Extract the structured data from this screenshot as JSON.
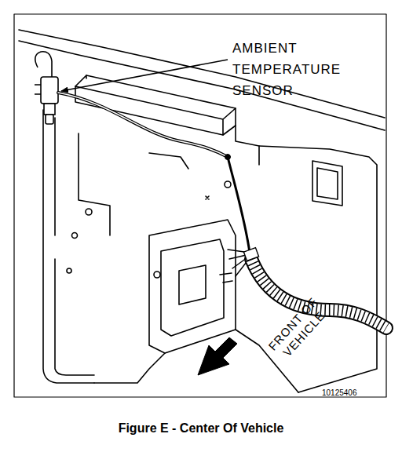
{
  "diagram": {
    "caption": "Figure E - Center Of Vehicle",
    "labels": [
      "AMBIENT TEMPERATURE SENSOR",
      "FRONT OF VEHICLE",
      "10125406"
    ]
  }
}
